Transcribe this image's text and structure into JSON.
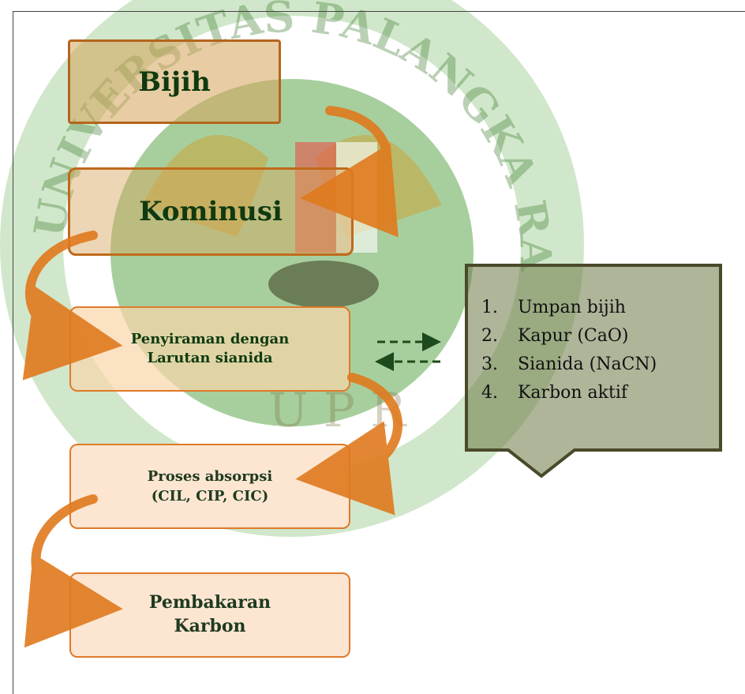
{
  "steps": [
    {
      "label": "Bijih"
    },
    {
      "label": "Kominusi"
    },
    {
      "label": "Penyiraman dengan\nLarutan sianida"
    },
    {
      "label": "Proses absorpsi\n(CIL, CIP, CIC)"
    },
    {
      "label": "Pembakaran\nKarbon"
    }
  ],
  "inputs": {
    "items": [
      {
        "num": "1.",
        "text": "Umpan bijih"
      },
      {
        "num": "2.",
        "text": "Kapur (CaO)"
      },
      {
        "num": "3.",
        "text": "Sianida (NaCN)"
      },
      {
        "num": "4.",
        "text": "Karbon aktif"
      }
    ]
  },
  "watermark": {
    "text": "UNIVERSITAS PALANGKA RAYA",
    "bottom_text": "U P R"
  },
  "colors": {
    "arrow": "#e07a1e",
    "green": "#3f9b3a",
    "box_border": "#e07a2a",
    "dark_text": "#0f3a0f"
  }
}
